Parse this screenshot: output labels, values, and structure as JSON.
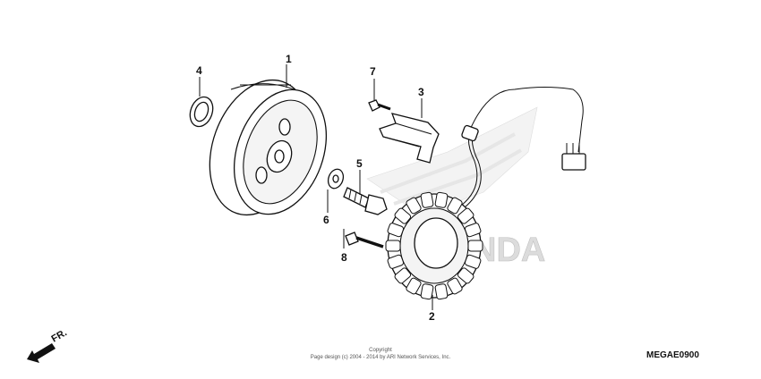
{
  "callouts": [
    {
      "id": "1",
      "text": "1"
    },
    {
      "id": "2",
      "text": "2"
    },
    {
      "id": "3",
      "text": "3"
    },
    {
      "id": "4",
      "text": "4"
    },
    {
      "id": "5",
      "text": "5"
    },
    {
      "id": "6",
      "text": "6"
    },
    {
      "id": "7",
      "text": "7"
    },
    {
      "id": "8",
      "text": "8"
    }
  ],
  "direction": {
    "label": "FR.",
    "icon": "front-arrow-icon"
  },
  "copyright": {
    "line1": "Copyright",
    "line2": "Page design (c) 2004 - 2014 by ARI Network Services, Inc."
  },
  "diagram_code": "MEGAE0900",
  "watermark": {
    "text": "HONDA"
  }
}
